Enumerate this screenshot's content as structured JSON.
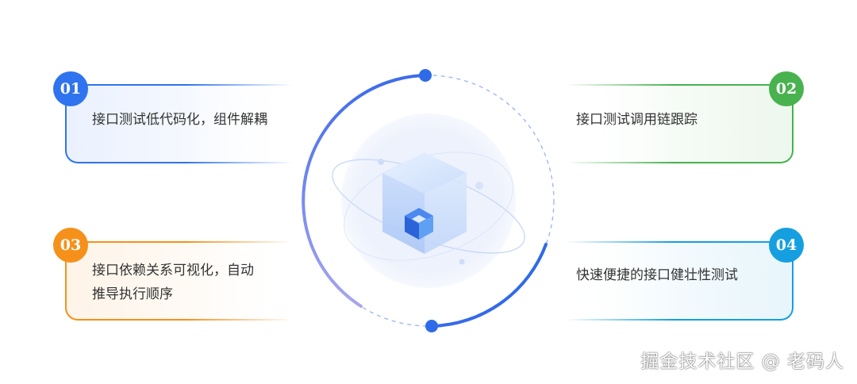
{
  "features": [
    {
      "number": "01",
      "text": "接口测试低代码化，组件解耦",
      "color": "#2f73ee"
    },
    {
      "number": "02",
      "text": "接口测试调用链跟踪",
      "color": "#48b24f"
    },
    {
      "number": "03",
      "text": "接口依赖关系可视化，自动\n推导执行顺序",
      "color": "#f5911b"
    },
    {
      "number": "04",
      "text": "快速便捷的接口健壮性测试",
      "color": "#169fe0"
    }
  ],
  "center": {
    "icon": "cube-icon"
  },
  "watermark": "掘金技术社区 @ 老码人"
}
